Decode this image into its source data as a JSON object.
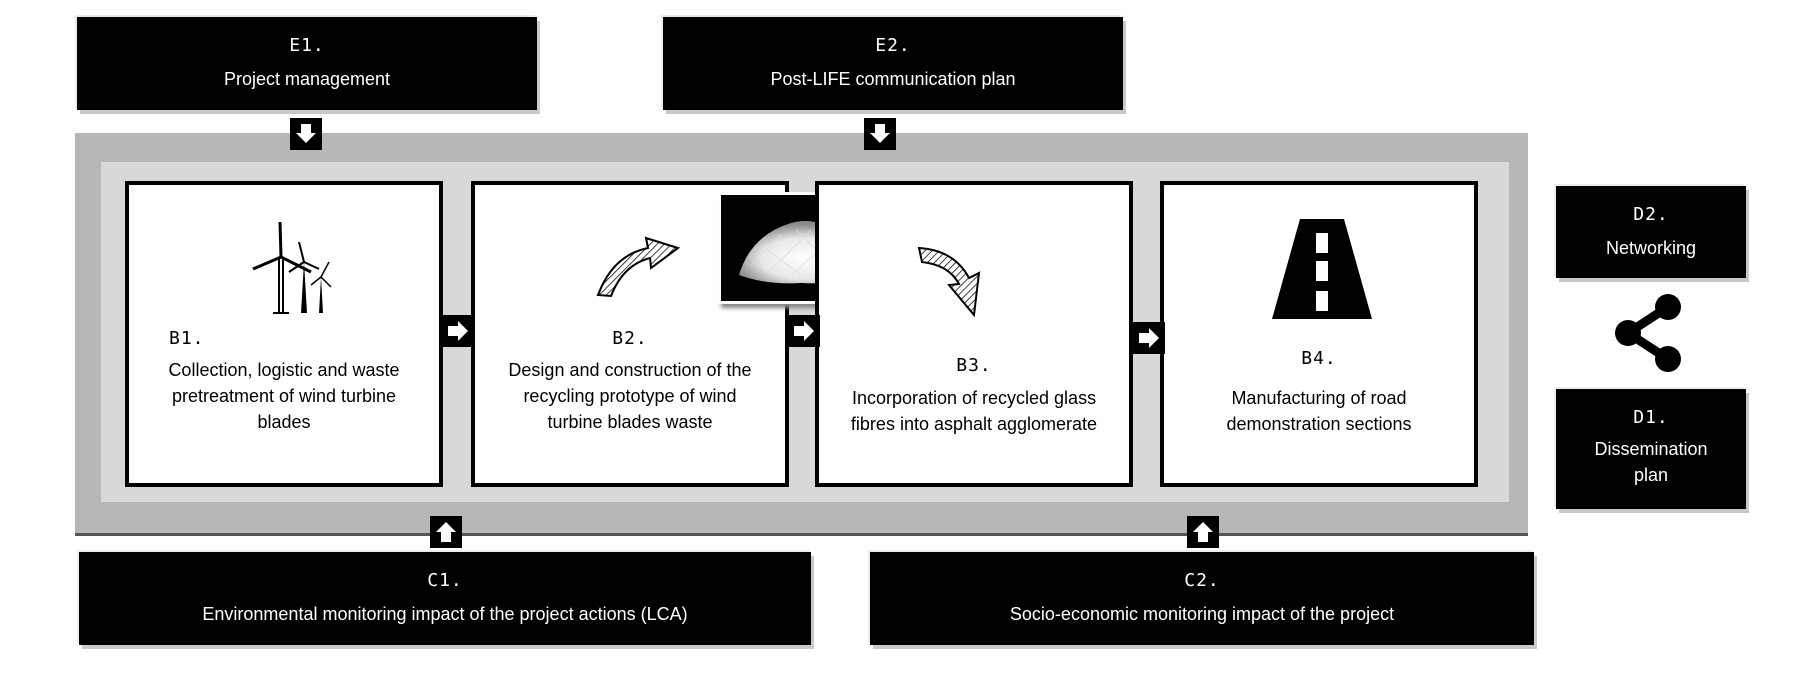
{
  "top_boxes": [
    {
      "code": "E1.",
      "label": "Project management"
    },
    {
      "code": "E2.",
      "label": "Post-LIFE communication plan"
    }
  ],
  "bottom_boxes": [
    {
      "code": "C1.",
      "label": "Environmental monitoring impact of the project actions (LCA)"
    },
    {
      "code": "C2.",
      "label": "Socio-economic monitoring impact of the project"
    }
  ],
  "right_boxes": [
    {
      "code": "D2.",
      "label": "Networking"
    },
    {
      "code": "D1.",
      "label_line1": "Dissemination",
      "label_line2": "plan"
    }
  ],
  "cards": [
    {
      "code": "B1.",
      "line1": "Collection, logistic and waste",
      "line2": "pretreatment of wind turbine",
      "line3": "blades",
      "icon": "wind-turbine-icon"
    },
    {
      "code": "B2.",
      "line1": "Design and construction of the",
      "line2": "recycling prototype of wind",
      "line3": "turbine blades waste",
      "icon": "curved-arrow-icon"
    },
    {
      "code": "B3.",
      "line1": "Incorporation of recycled glass",
      "line2": "fibres into asphalt agglomerate",
      "icon": "curved-arrow-down-icon"
    },
    {
      "code": "B4.",
      "line1": "Manufacturing of road",
      "line2": "demonstration sections",
      "icon": "road-icon"
    }
  ],
  "icons": {
    "fibre_photo": "glass-fibre-photo",
    "share": "share-icon"
  },
  "colors": {
    "box_bg": "#000000",
    "outer_panel": "#b7b7b7",
    "inner_panel": "#d8d8d8"
  }
}
